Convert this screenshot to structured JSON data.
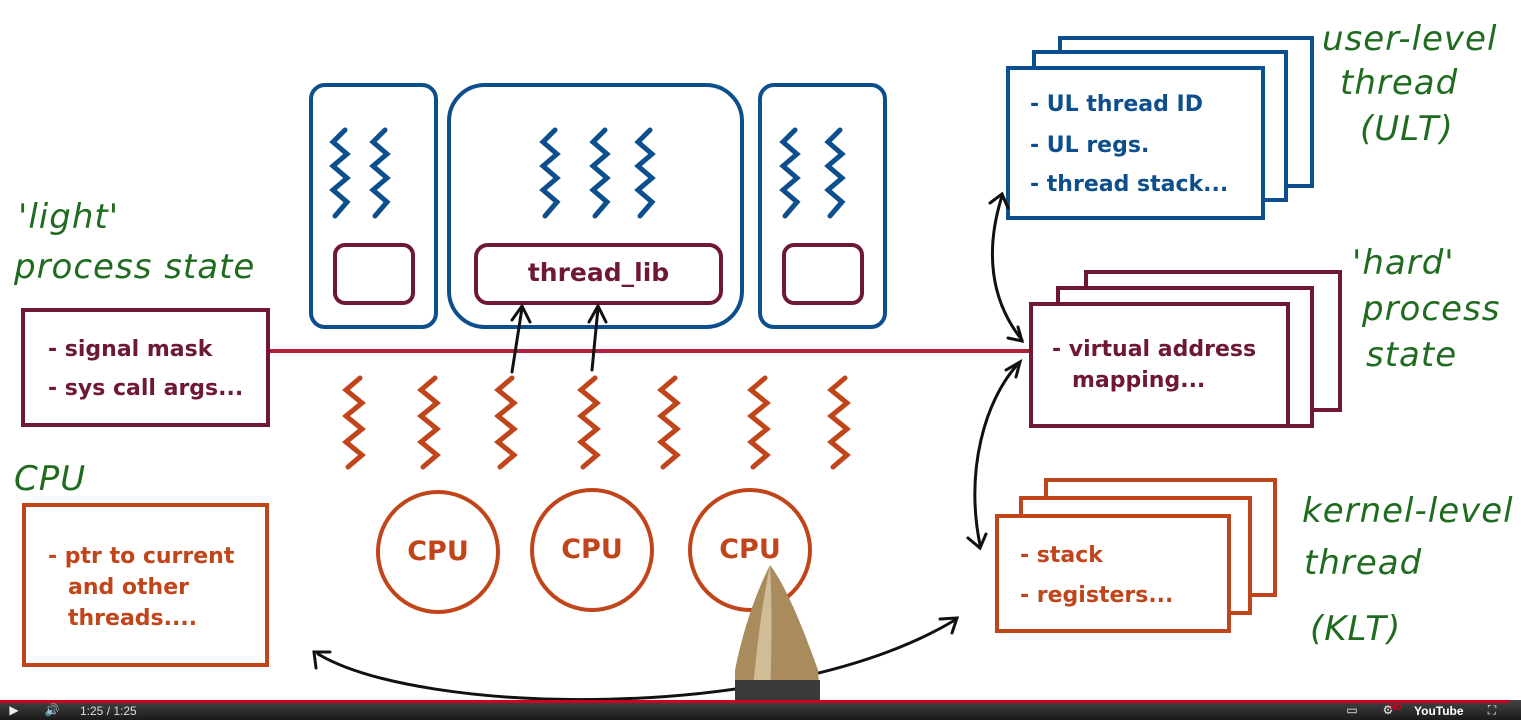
{
  "annotations": {
    "light_line1": "'light'",
    "light_line2": "process state",
    "cpu_heading": "CPU",
    "ult_line1": "user-level",
    "ult_line2": "thread",
    "ult_line3": "(ULT)",
    "hard_line1": "'hard'",
    "hard_line2": "process",
    "hard_line3": "state",
    "klt_line1": "kernel-level",
    "klt_line2": "thread",
    "klt_line3": "(KLT)"
  },
  "boxes": {
    "light_items": [
      "- signal mask",
      "- sys call args..."
    ],
    "cpu_items": [
      "- ptr to current",
      "and other",
      "threads...."
    ],
    "ult_items": [
      "- UL thread ID",
      "- UL regs.",
      "- thread stack..."
    ],
    "hard_items": [
      "- virtual address",
      "mapping..."
    ],
    "klt_items": [
      "- stack",
      "- registers..."
    ]
  },
  "center": {
    "thread_lib_label": "thread_lib",
    "cpu_labels": [
      "CPU",
      "CPU",
      "CPU"
    ]
  },
  "player": {
    "time": "1:25 / 1:25",
    "progress": 0.993,
    "brand": "YouTube",
    "hd_badge": "HD"
  },
  "colors": {
    "ult_blue": "#0d4f8c",
    "process_maroon": "#6e1836",
    "kernel_orange": "#c0451a",
    "annotation_green": "#1f6b1f",
    "progress_red": "#d0021b"
  }
}
